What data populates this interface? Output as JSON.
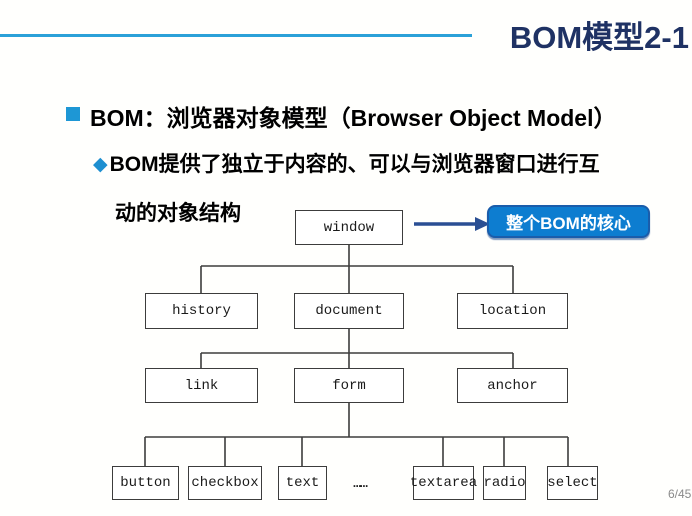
{
  "header": {
    "title": "BOM模型2-1",
    "title_color": "#1f3264",
    "accent_line_color": "#2ba1d8"
  },
  "content": {
    "bullet": "BOM：浏览器对象模型（Browser Object Model）",
    "sub_bullet_line1": "BOM提供了独立于内容的、可以与浏览器窗口进行互",
    "sub_bullet_line2": "动的对象结构",
    "bullet_color": "#1e97d5"
  },
  "icons": {
    "square_bullet": "■",
    "diamond_bullet": "◆"
  },
  "diagram": {
    "callout": {
      "text": "整个BOM的核心",
      "fill": "#0d7dd0",
      "border": "#1a5dab"
    },
    "ellipsis": "……",
    "nodes": {
      "window": "window",
      "history": "history",
      "document": "document",
      "location": "location",
      "link": "link",
      "form": "form",
      "anchor": "anchor",
      "button": "button",
      "checkbox": "checkbox",
      "text": "text",
      "textarea": "textarea",
      "radio": "radio",
      "select": "select"
    },
    "tree": {
      "root": "window",
      "children": {
        "window": [
          "history",
          "document",
          "location"
        ],
        "document": [
          "link",
          "form",
          "anchor"
        ],
        "form": [
          "button",
          "checkbox",
          "text",
          "……",
          "textarea",
          "radio",
          "select"
        ]
      }
    },
    "line_color": "#3d3d3d",
    "arrow_color": "#2a4f93"
  },
  "footer": {
    "page": "6/45"
  }
}
